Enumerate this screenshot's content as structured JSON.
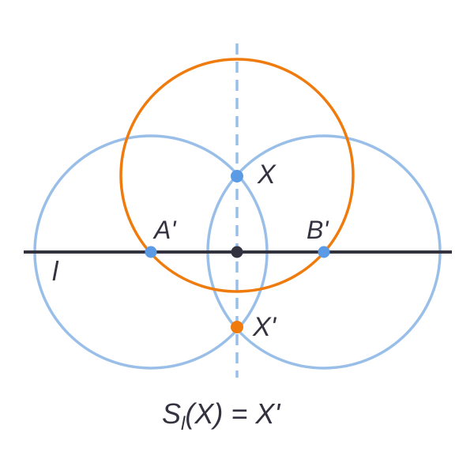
{
  "colors": {
    "line": "#333340",
    "blue": "#99bfe9",
    "blue_point": "#5b9be6",
    "orange": "#f07b0d",
    "text": "#333340"
  },
  "labels": {
    "point_x": "X",
    "point_x_prime": "X'",
    "point_a_prime": "A'",
    "point_b_prime": "B'",
    "line_l": "l"
  },
  "formula": {
    "s": "S",
    "sub": "l",
    "rest": "(X) = X'"
  }
}
